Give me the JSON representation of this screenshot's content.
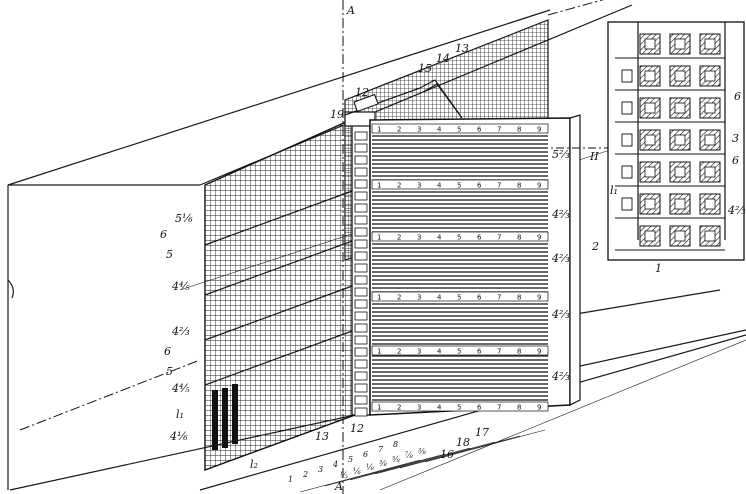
{
  "labels": {
    "axis_a_top": "A",
    "axis_a_bottom": "A",
    "section_ii": "II",
    "r12_top": "12",
    "r12_bottom": "12",
    "r13_top": "13",
    "r13_bottom": "13",
    "r14": "14",
    "r15": "15",
    "r19": "19",
    "r2": "2",
    "r16": "16",
    "r17": "17",
    "r18": "18",
    "left_6a": "6",
    "left_5a": "5",
    "left_6b": "6",
    "left_5b": "5",
    "left_pct_51": "5⅟₆",
    "left_pct_44a": "4⅘",
    "left_pct_42a": "4⅔",
    "left_pct_44b": "4⅘",
    "left_pct_4b": "4⅟₆",
    "left_l1": "l₁",
    "left_l2": "l₂",
    "right_5a": "5⅔",
    "right_4a": "4⅔",
    "right_4b": "4⅔",
    "right_4c": "4⅔",
    "right_4d": "4⅔",
    "detail_6": "6",
    "detail_3": "3",
    "detail_6b": "6",
    "detail_l1": "l₁",
    "detail_1": "1",
    "detail_pct": "4⅔",
    "bottom_seq": [
      "1",
      "2",
      "3",
      "4",
      "5",
      "6",
      "7",
      "8"
    ],
    "bottom_frac": [
      "⅕",
      "⅙",
      "⅛",
      "⅜",
      "⅝",
      "⅞",
      "⅜"
    ]
  },
  "row_numbers": [
    "1",
    "2",
    "3",
    "4",
    "5",
    "6",
    "7",
    "8",
    "9"
  ]
}
